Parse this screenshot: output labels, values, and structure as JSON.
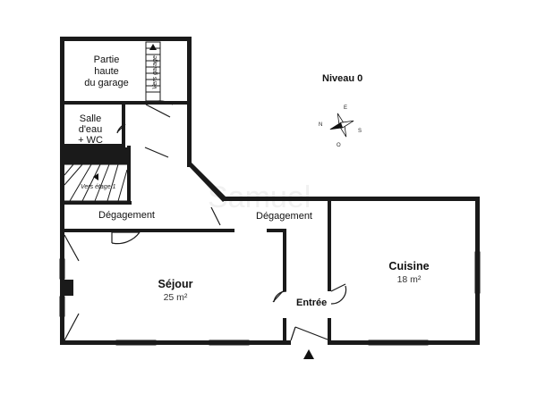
{
  "plan": {
    "level": "Niveau 0",
    "watermark": "Samuel",
    "rooms": {
      "garage_top": [
        "Partie",
        "haute",
        "du garage"
      ],
      "salle_eau": [
        "Salle",
        "d'eau",
        "+ WC"
      ],
      "degagement_left": "Dégagement",
      "degagement_right": "Dégagement",
      "sejour": "Séjour",
      "sejour_area": "25 m²",
      "cuisine": "Cuisine",
      "cuisine_area": "18 m²",
      "entree": "Entrée"
    },
    "stairs": {
      "vers_garage": "Vers garage",
      "vers_etage": "Vers étage 1"
    },
    "compass": {
      "n": "N",
      "e": "E",
      "s": "S",
      "o": "O"
    }
  }
}
